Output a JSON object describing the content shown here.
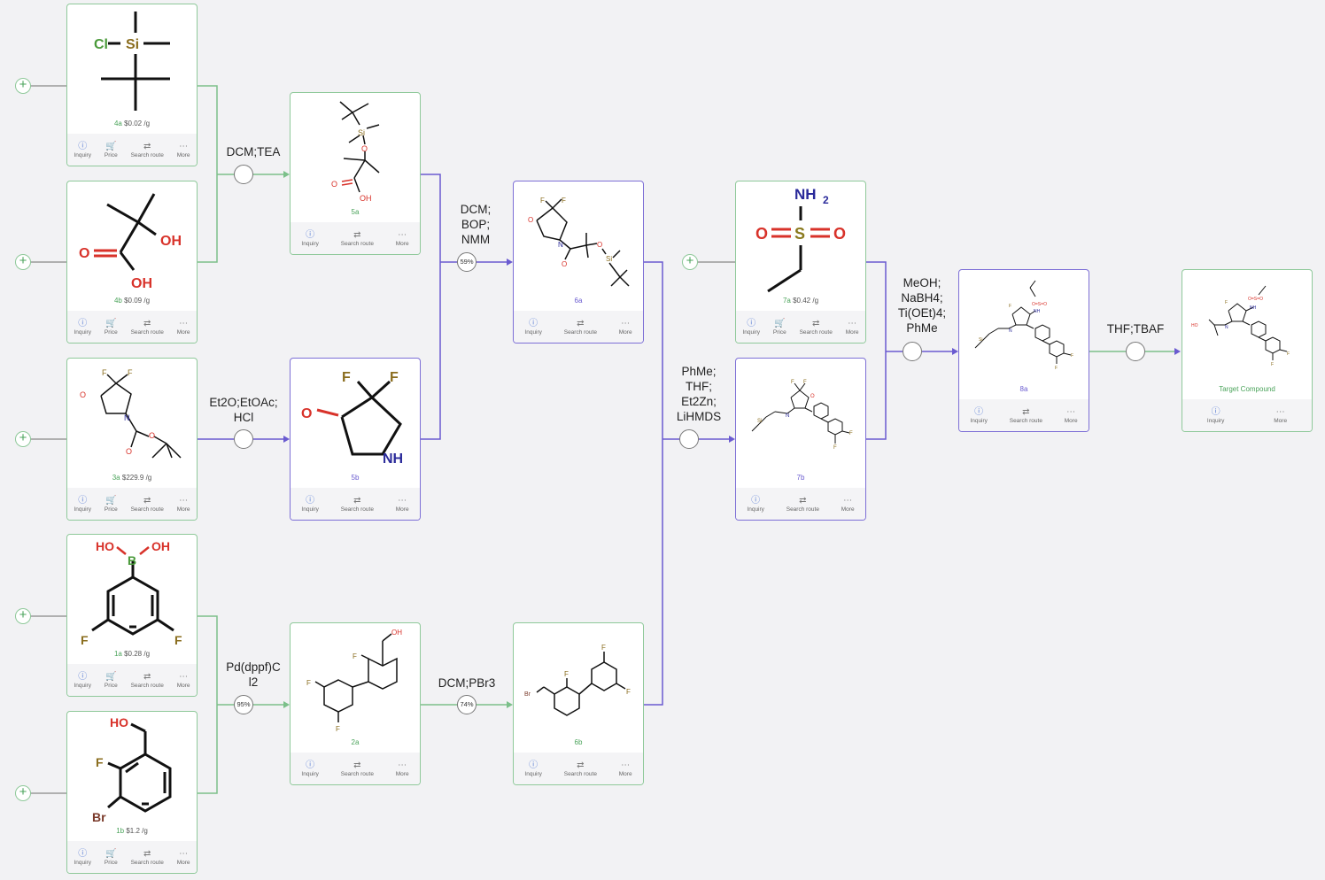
{
  "colors": {
    "green": "#8fc99a",
    "purple": "#7d6fd6",
    "background": "#f2f2f4"
  },
  "actions": {
    "inquiry": "Inquiry",
    "price": "Price",
    "search_route": "Search route",
    "more": "More"
  },
  "action_icons": {
    "inquiry": "inquiry-icon",
    "price": "cart-icon",
    "search_route": "route-icon",
    "more": "ellipsis-icon"
  },
  "compounds": {
    "c4a": {
      "id": "4a",
      "price": "$0.02 /g"
    },
    "c4b": {
      "id": "4b",
      "price": "$0.09 /g"
    },
    "c3a": {
      "id": "3a",
      "price": "$229.9 /g"
    },
    "c1a": {
      "id": "1a",
      "price": "$0.28 /g"
    },
    "c1b": {
      "id": "1b",
      "price": "$1.2 /g"
    },
    "c5a": {
      "id": "5a"
    },
    "c5b": {
      "id": "5b"
    },
    "c2a": {
      "id": "2a"
    },
    "c6a": {
      "id": "6a"
    },
    "c6b": {
      "id": "6b"
    },
    "c7a": {
      "id": "7a",
      "price": "$0.42 /g"
    },
    "c7b": {
      "id": "7b"
    },
    "c8a": {
      "id": "8a"
    },
    "target": {
      "id": "Target Compound"
    }
  },
  "reactions": {
    "r1": {
      "conditions": "DCM;TEA",
      "yield": ""
    },
    "r2": {
      "conditions": "Et2O;EtOAc;\nHCl",
      "yield": ""
    },
    "r3": {
      "conditions": "Pd(dppf)C\nl2",
      "yield": "95%"
    },
    "r4": {
      "conditions": "DCM;\nBOP;\nNMM",
      "yield": "59%"
    },
    "r5": {
      "conditions": "DCM;PBr3",
      "yield": "74%"
    },
    "r6": {
      "conditions": "PhMe;\nTHF;\nEt2Zn;\nLiHMDS",
      "yield": ""
    },
    "r7": {
      "conditions": "MeOH;\nNaBH4;\nTi(OEt)4;\nPhMe",
      "yield": ""
    },
    "r8": {
      "conditions": "THF;TBAF",
      "yield": ""
    }
  }
}
